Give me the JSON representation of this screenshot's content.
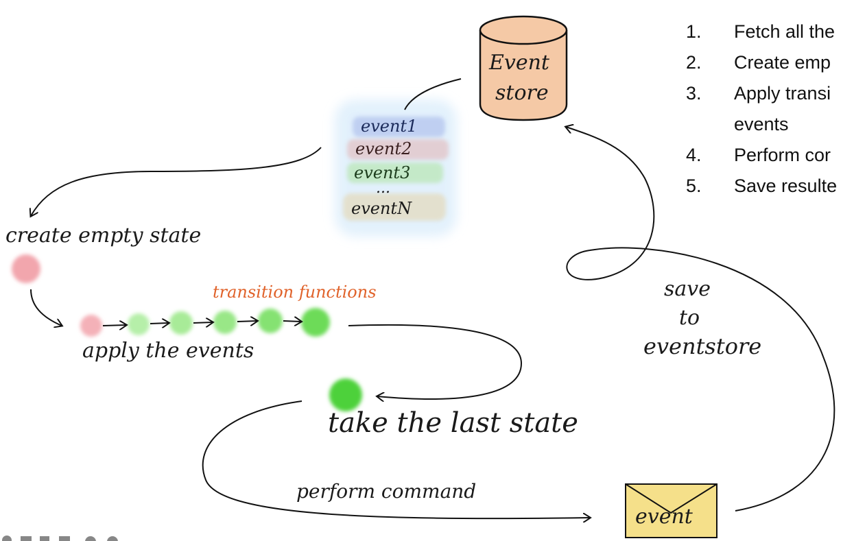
{
  "store": {
    "line1": "Event",
    "line2": "store"
  },
  "events": [
    "event1",
    "event2",
    "event3",
    "...",
    "eventN"
  ],
  "labels": {
    "create_empty": "create empty state",
    "transition": "transition functions",
    "apply": "apply the events",
    "take_last": "take the last state",
    "perform": "perform command",
    "save1": "save",
    "save2": "to",
    "save3": "eventstore",
    "envelope": "event"
  },
  "steps": [
    {
      "num": "1.",
      "text": "Fetch all the"
    },
    {
      "num": "2.",
      "text": "Create emp"
    },
    {
      "num": "3.",
      "text": "Apply transi events"
    },
    {
      "num": "4.",
      "text": "Perform cor"
    },
    {
      "num": "5.",
      "text": "Save resulte"
    }
  ],
  "colors": {
    "store_fill": "#f5c9a6",
    "empty_state": "#f2a6ad",
    "green_light": "#9fe88f",
    "green_dark": "#4ed13a",
    "transition_text": "#e0622a",
    "envelope_fill": "#f5e08a"
  }
}
